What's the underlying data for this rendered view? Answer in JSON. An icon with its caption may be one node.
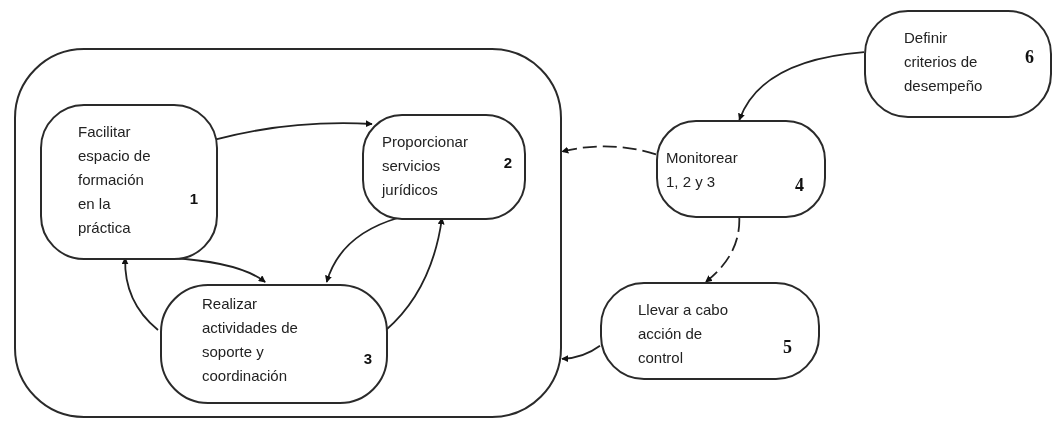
{
  "diagram": {
    "nodes": [
      {
        "text": [],
        "shape": "box"
      },
      {
        "text": [
          "Facilitar espacio de formación en la práctica",
          "1"
        ],
        "in": 0
      },
      {
        "text": [
          "Proporcionar servicios jurídicos",
          "2"
        ],
        "in": 0
      },
      {
        "text": [
          "Realizar actividades de soporte y coordinación",
          "3"
        ],
        "in": 0
      },
      {
        "text": [
          "Monitorear 1, 2 y 3",
          "4"
        ]
      },
      {
        "text": [
          "Llevar a cabo acción de control",
          "5"
        ]
      },
      {
        "text": [
          "Definir criterios de desempeño",
          "6"
        ]
      }
    ],
    "edges": [
      {
        "from": 1,
        "to": 2,
        "arrow": "to"
      },
      {
        "from": 1,
        "to": 3,
        "arrow": "to"
      },
      {
        "from": 3,
        "to": 1,
        "arrow": "to"
      },
      {
        "from": 2,
        "to": 3,
        "arrow": "to"
      },
      {
        "from": 3,
        "to": 2,
        "arrow": "to"
      },
      {
        "from": 6,
        "to": 4,
        "arrow": "to"
      },
      {
        "from": 4,
        "to": 0,
        "arrow": "to",
        "style": "dashed"
      },
      {
        "from": 4,
        "to": 5,
        "arrow": "to",
        "style": "dashed"
      },
      {
        "from": 5,
        "to": 0,
        "arrow": "to"
      }
    ]
  }
}
